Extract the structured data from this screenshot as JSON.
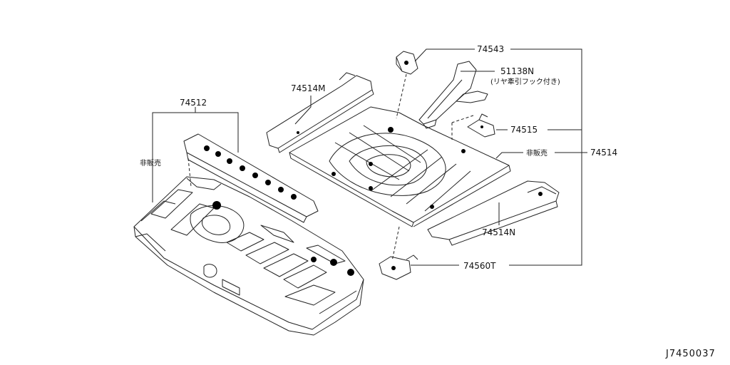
{
  "diagram": {
    "reference_code": "J7450037",
    "labels": {
      "p74543": "74543",
      "p51138n": "51138N",
      "p51138n_note": "(リヤ牽引フック付き)",
      "p74514m": "74514M",
      "p74515": "74515",
      "p74514_note": "非販売",
      "p74514": "74514",
      "p74512": "74512",
      "p74512_note": "非販売",
      "p74514n": "74514N",
      "p74560t": "74560T"
    }
  }
}
